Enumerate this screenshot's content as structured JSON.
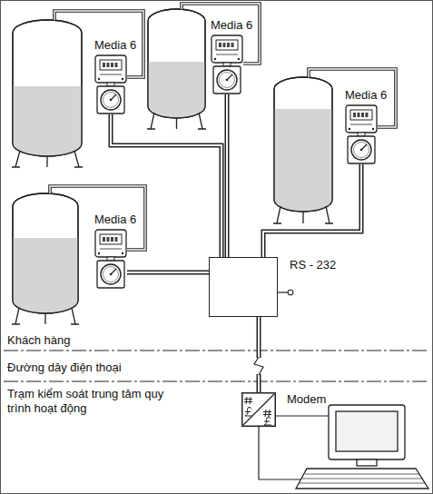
{
  "diagram": {
    "nodes": [
      {
        "text": [
          "Media 6"
        ]
      },
      {
        "text": [
          "Media 6"
        ]
      },
      {
        "text": [
          "Media 6"
        ]
      },
      {
        "text": [
          "Media 6"
        ]
      },
      {
        "text": [
          "RS - 232"
        ]
      },
      {
        "text": [
          "Modem"
        ]
      }
    ],
    "edges": [
      {
        "from": 0,
        "to": 4,
        "arrow": "none"
      },
      {
        "from": 1,
        "to": 4,
        "arrow": "none"
      },
      {
        "from": 2,
        "to": 4,
        "arrow": "none"
      },
      {
        "from": 3,
        "to": 4,
        "arrow": "none"
      },
      {
        "from": 4,
        "to": 5,
        "arrow": "none"
      }
    ],
    "labels": [
      "Khách hàng",
      "Đường dây điện thoại",
      "Trạm kiểm soát trung tâm quy trình hoạt động"
    ]
  }
}
